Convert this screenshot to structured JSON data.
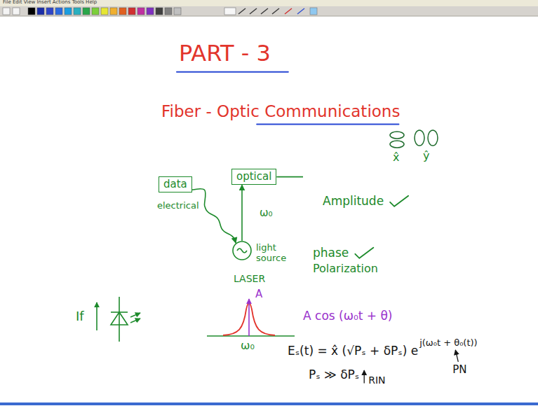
{
  "diagram": {
    "title": "PART - 3",
    "nodes": [
      {
        "text": [
          "data"
        ]
      },
      {
        "text": [
          "optical"
        ]
      },
      {
        "text": [
          "light source"
        ]
      }
    ],
    "edges": [
      {
        "from": 0,
        "to": 2,
        "arrow": "to"
      },
      {
        "from": 2,
        "to": 1,
        "arrow": "to"
      }
    ],
    "labels": [
      "File Edit View Insert Actions Tools Help",
      "Fiber - Optic Communications",
      "x̂",
      "ŷ",
      "electrical",
      "ω₀",
      "LASER",
      "Amplitude",
      "phase",
      "Polarization",
      "A",
      "If",
      "ω₀",
      "A cos (ω₀t + θ)",
      "Eₛ(t) = x̂ (√Pₛ + δPₛ) e",
      "j(ω₀t + θ₀(t))",
      "PN",
      "Pₛ ≫ δPₛ",
      "RIN"
    ]
  }
}
